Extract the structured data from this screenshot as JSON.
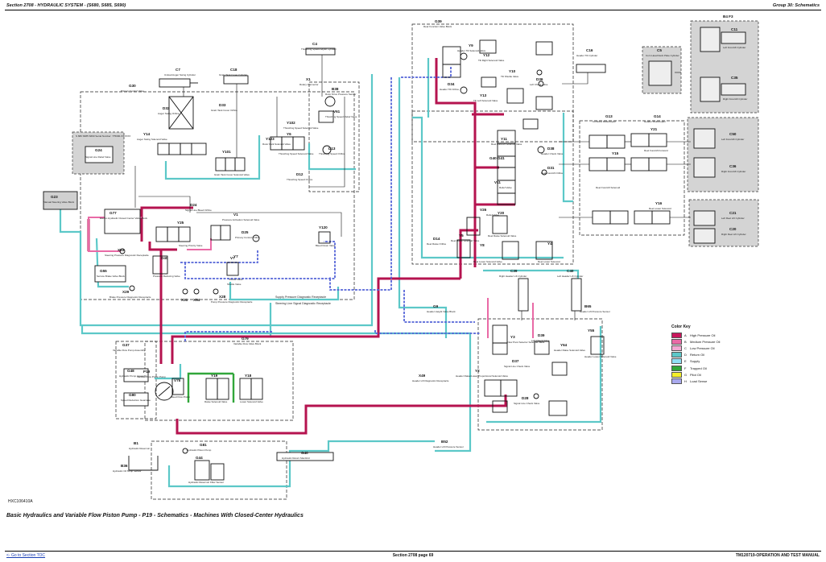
{
  "header": {
    "left": "Section 2708 - HYDRAULIC SYSTEM - (S680, S685, S690)",
    "right": "Group 30: Schematics"
  },
  "caption": "Basic Hydraulics and Variable Flow Piston Pump - P19 - Schematics - Machines With Closed-Center Hydraulics",
  "figure_ref": "HXC106410A",
  "footer": {
    "left": "<- Go to Section TOC",
    "center": "Section 2708 page 69",
    "right": "TM120719-OPERATION AND TEST MANUAL"
  },
  "legend": {
    "title": "Color Key",
    "items": [
      {
        "letter": "A",
        "label": "High Pressure Oil",
        "color": "#c8175c"
      },
      {
        "letter": "B",
        "label": "Medium Pressure Oil",
        "color": "#e96aa6"
      },
      {
        "letter": "C",
        "label": "Low Pressure Oil",
        "color": "#f2a8d2"
      },
      {
        "letter": "D",
        "label": "Return Oil",
        "color": "#5cc8c8"
      },
      {
        "letter": "E",
        "label": "Supply",
        "color": "#8fe0f5"
      },
      {
        "letter": "F",
        "label": "Trapped Oil",
        "color": "#31a63a"
      },
      {
        "letter": "G",
        "label": "Pilot Oil",
        "color": "#f3ee2b"
      },
      {
        "letter": "H",
        "label": "Load Sense",
        "color": "#a9a9ee"
      }
    ]
  },
  "components": {
    "g23": "G23",
    "g23_desc": "Manual Steering Valve Block",
    "g77": "G77",
    "g77_desc": "Electro Hydraulic Closed Center Valve Block",
    "g55": "G55",
    "g55_desc": "Service Brake Valve Block",
    "g30": "G30",
    "g30_desc": "Primary Control Valve",
    "g24": "G24",
    "g24_desc": "Signal Line Relief Valve",
    "serial": "S 680 S685 S690 Serial Number: 775000-XXXXXX",
    "g37": "G37",
    "g37_desc": "Variable Flow Pump Assembly",
    "g48": "G48",
    "g48_desc": "Hydraulic Pump Assembly",
    "g80": "G80",
    "g80_desc": "Speed Reduction Gearcase",
    "p19": "P19",
    "p19_desc": "Variable Flow Piston Pump",
    "g79": "G79",
    "g79_desc": "Variable Flow Valve Block",
    "x31": "X31",
    "x31_desc": "Supply Pressure Diagnostic Receptacle",
    "x54": "X54",
    "x54_desc": "Steering Line Signal Diagnostic Receptacle",
    "x28": "X28",
    "x28_desc": "Pump Pressure Diagnostic Receptacle",
    "b36": "B36",
    "b36_desc": "Hydraulic Oil Temp Sensor",
    "b1": "B1",
    "b1_desc": "Hydraulic Reservoir",
    "g40": "G40",
    "g40_desc": "Hydraulic Return Manifold",
    "g39": "G39",
    "g39_desc": "Rear Function Valve Block",
    "g13": "G13",
    "g13_desc": "Combine Multicoupler",
    "g14": "G14",
    "g14_desc": "Header Multicoupler",
    "g9": "G9",
    "g9_desc": "Header Height Valve Block",
    "g81": "G81",
    "g81_desc": "Hydraulic Piston Pump",
    "g44": "G44",
    "g44_desc": "Hydraulic Reservoir Filter Sensor",
    "x49": "X49",
    "x49_desc": "Header Lift Diagnostic Receptacle",
    "b52": "B52",
    "b52_desc": "Header Lift Pressure Sensor",
    "b65": "B65",
    "b65_desc": "Header Lift Pressure Sensor",
    "c39": "C39",
    "c39_desc": "Right Header Lift Cylinder",
    "c40": "C40",
    "c40_desc": "Left Header Lift Cylinder",
    "c4": "C4",
    "c4_desc": "Threshing Speed Adjust Cylinder",
    "c7": "C7",
    "c7_desc": "Unload Auger Swing Cylinder",
    "c18": "C18",
    "c18_desc": "Grain Tank Cover Cylinder",
    "c16": "C16",
    "c16_desc": "Header Tilt Cylinder",
    "c5": "C5",
    "c5_desc": "Corn Head Deck Plate Cylinder",
    "c11": "C11",
    "c11_desc": "Left Fore/Aft Cylinder",
    "c35": "C35",
    "c35_desc": "Right Fore/Aft Cylinder",
    "c21": "C21",
    "c21_desc": "Left Reel Lift Cylinder",
    "c20": "C20",
    "c20_desc": "Right Reel Lift Cylinder",
    "c50": "C50",
    "c50_desc": "Left Fore/Aft Cylinder",
    "c36": "C36",
    "c36_desc": "Right Fore/Aft Cylinder",
    "y9": "Y9",
    "y9_desc": "Header Tilt Solenoid Valve",
    "y10": "Y10",
    "y10_desc": "Tilt Shuttle Valve",
    "y11": "Y11",
    "y11_desc": "Reel Fore/Aft Solenoid Valve",
    "y12": "Y12",
    "y12_desc": "Tilt Right Solenoid Valve",
    "y13": "Y13",
    "y13_desc": "Tilt Left Solenoid Valve",
    "y14": "Y14",
    "y14_desc": "Auger Swing Solenoid Valve",
    "y16": "Y16",
    "y16_desc": "Reel Lower Solenoid",
    "y18": "Y18",
    "y18_desc": "Lower Solenoid Valve",
    "y19": "Y19",
    "y19_desc": "Raise Solenoid Valve",
    "y20": "Y20",
    "y20_desc": "Reel Raise Solenoid Valve",
    "y21": "Y21",
    "y21_desc": "Reel Fore/Aft Forward",
    "y25": "Y25",
    "y25_desc": "Steering Priority Valve",
    "y6": "Y6",
    "y6_desc": "Threshing Speed Solenoid Valve",
    "y7": "Y7",
    "y7_desc": "Shuttle Valve",
    "y8": "Y8",
    "y8_desc": "Reel Lower Solenoid Valve",
    "y4": "Y4",
    "y4_desc": "Reel Lower Solenoid",
    "y2": "Y2",
    "y2_desc": "Header Raise/Lower Proportional Solenoid Valve",
    "y3": "Y3",
    "y3_desc": "Flow Pivot Selector Solenoid Valve",
    "y5": "Y5",
    "y5_desc": "Reel Raise Solenoid Valve",
    "y15": "Y15",
    "y15_desc": "Reel Fore/Aft Solenoid",
    "y55": "Y55",
    "y55_desc": "Header Lower Solenoid Valve",
    "y64": "Y64",
    "y64_desc": "Header Raise Solenoid Valve",
    "y101": "Y101",
    "y101_desc": "Grain Tank Cover Solenoid Valve",
    "y102": "Y102",
    "y102_desc": "Threshing Speed Solenoid Valve",
    "y120": "Y120",
    "y120_desc": "Bleed Down Valve",
    "y123": "Y123",
    "y123_desc": "Rotor Park Solenoid Valve",
    "v1": "V1",
    "v1_desc": "Pressure Activation Solenoid Valve",
    "v7": "V7",
    "v7_desc": "Shuttle Valve",
    "v11": "V11",
    "v11_desc": "Relief Valve",
    "v26": "V26",
    "v26_desc": "Relief Valve",
    "v75": "V75",
    "v75_desc": "Bleed Flow Piston",
    "d13": "D13",
    "d13_desc": "Threshing Speed Orifice",
    "d12": "D12",
    "d12_desc": "Threshing Speed Orifice",
    "d14": "D14",
    "d14_desc": "Reel Raise Orifice",
    "d24": "D24",
    "d24_desc": "Signal Line Bleed Orifice",
    "d25": "D25",
    "d25_desc": "Primary Control Orifice",
    "d31": "D31",
    "d31_desc": "Reel Fore/Aft Orifice",
    "d32": "D32",
    "d32_desc": "Auger Swing Orifice",
    "d33": "D33",
    "d33_desc": "Grain Tank Cover Orifice",
    "d34": "D34",
    "d34_desc": "Header Tilt Orifice",
    "d36": "D36",
    "d36_desc": "Left Check Valve",
    "d37": "D37",
    "d37_desc": "Signal Line Check Valve",
    "d38": "D38",
    "d38_desc": "Header Check Valve",
    "d39": "D39",
    "d39_desc": "Left Check Valve",
    "d40": "D40",
    "d40_desc": "Pressure Reducing Valve",
    "d28": "D28",
    "d28_desc": "Signal Line Check Valve",
    "x53": "X53",
    "x53_desc": "Steering Pressure Diagnostic Receptacle",
    "x29": "X29",
    "x29_desc": "Brake Pressure Diagnostic Receptacle",
    "x1": "X1",
    "x1_desc": "Rotary Connector",
    "b38": "B38",
    "b38_desc": "Rotor Drive Pressure Sensor",
    "v61": "V61",
    "v61_desc": "Threshing Speed Relief Valve",
    "cylinder_gp": "G40 G41",
    "corner_tag": "B4 F3"
  }
}
